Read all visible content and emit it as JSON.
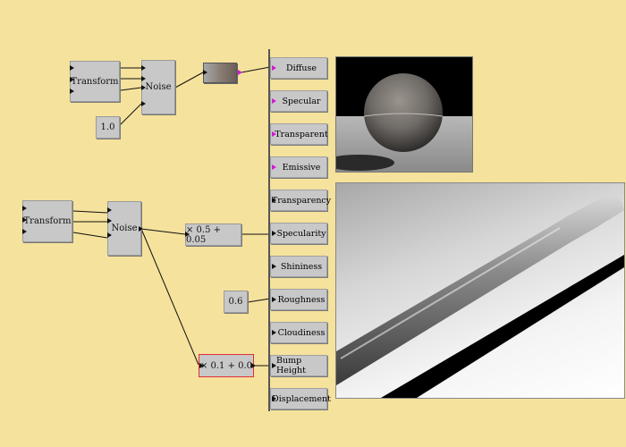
{
  "graph_top": {
    "transform_label": "Transform",
    "noise_label": "Noise",
    "constant_value": "1.0"
  },
  "graph_bottom": {
    "transform_label": "Transform",
    "noise_label": "Noise",
    "specularity_op": "× 0.5 + 0.05",
    "roughness_value": "0.6",
    "bump_op": "× 0.1 + 0.0"
  },
  "material_channels": [
    {
      "label": "Diffuse"
    },
    {
      "label": "Specular"
    },
    {
      "label": "Transparent"
    },
    {
      "label": "Emissive"
    },
    {
      "label": "Transparency"
    },
    {
      "label": "Specularity"
    },
    {
      "label": "Shininess"
    },
    {
      "label": "Roughness"
    },
    {
      "label": "Cloudiness"
    },
    {
      "label": "Bump Height"
    },
    {
      "label": "Displacement"
    }
  ],
  "colors": {
    "background": "#f5e29c",
    "node": "#c8c8c8",
    "color_pin": "#d01ad0",
    "selected_border": "#e0303a"
  }
}
